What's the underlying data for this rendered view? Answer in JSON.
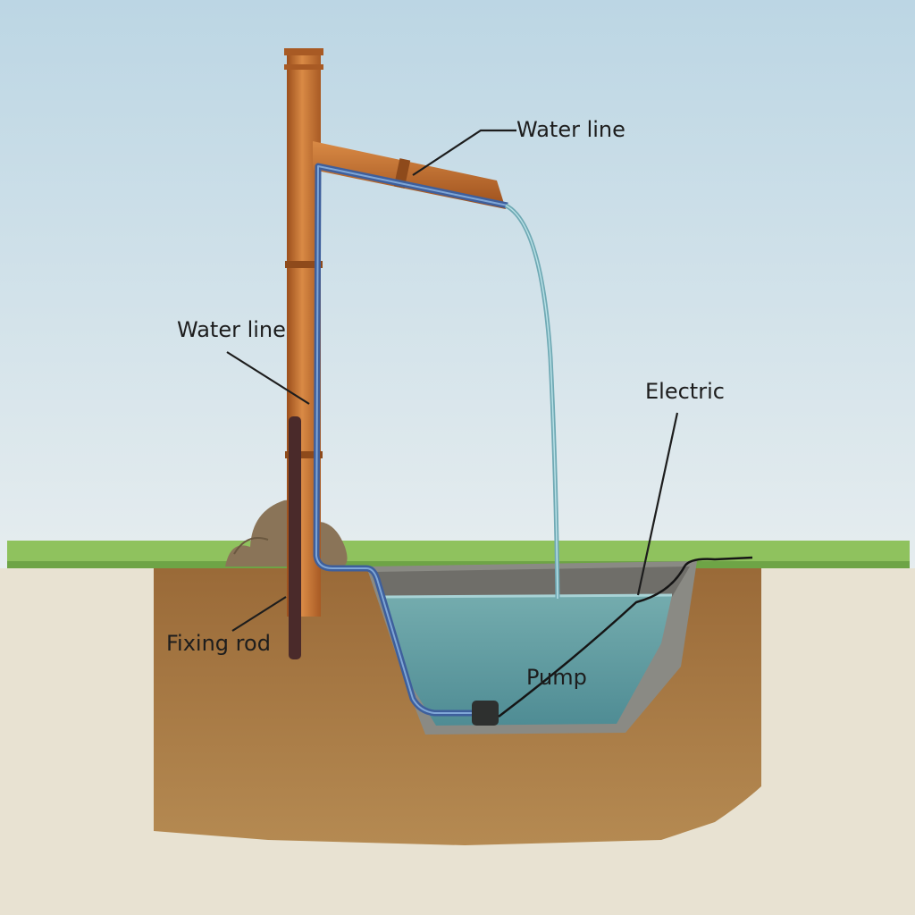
{
  "labels": {
    "water_line_top": "Water line",
    "water_line_left": "Water line",
    "electric": "Electric",
    "fixing_rod": "Fixing rod",
    "pump": "Pump"
  },
  "colors": {
    "sky_top": "#bcd6e4",
    "sky_bottom": "#e6edef",
    "grass": "#8fc25e",
    "soil": "#a87a45",
    "copper": "#c46f2c",
    "hose": "#3e5f9c",
    "water": "#5e9aa0",
    "basin": "#8a8a84",
    "rod": "#4a2a2a",
    "rock": "#8a7458",
    "cable": "#151515"
  }
}
